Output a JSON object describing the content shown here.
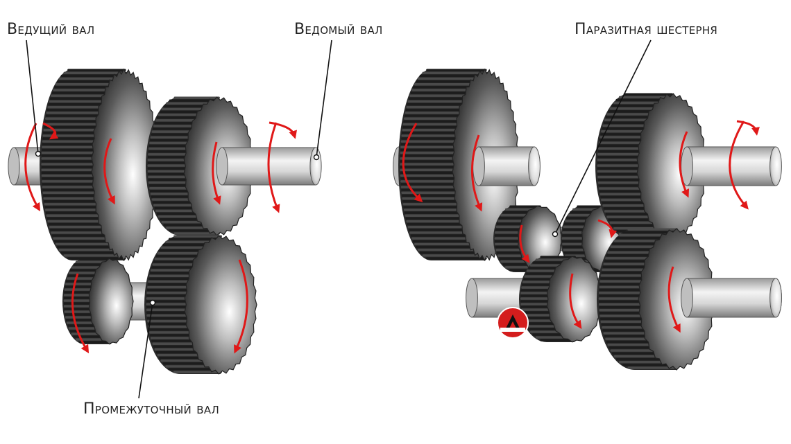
{
  "labels": {
    "drive_shaft": "Ведущий вал",
    "driven_shaft": "Ведомый вал",
    "idler_gear": "Паразитная шестерня",
    "countershaft": "Промежуточный вал"
  },
  "colors": {
    "arrow": "#e01818",
    "gear_teeth": "#2b2b2b",
    "shaft_light": "#f2f2f2",
    "shaft_dark": "#8a8a8a",
    "leader_line": "#111111"
  },
  "icons": {
    "watermark": "logo-icon"
  }
}
